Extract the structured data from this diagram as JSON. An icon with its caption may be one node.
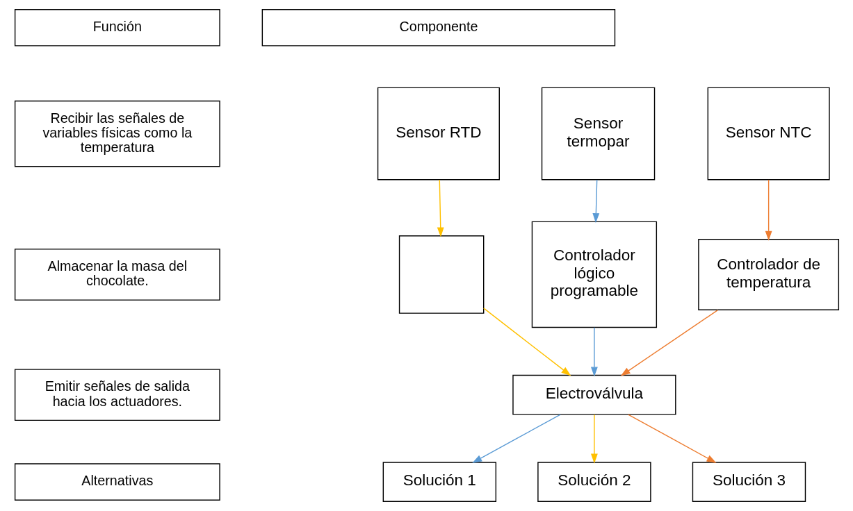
{
  "diagram": {
    "nodes": [
      {
        "text": [
          "Sensor termopar"
        ]
      },
      {
        "text": [
          "Sensor RTD"
        ]
      },
      {
        "text": [
          "Sensor NTC"
        ]
      },
      {
        "text": [
          "Controlador lógico programable"
        ]
      },
      {
        "text": [],
        "shape": "box"
      },
      {
        "text": [
          "Controlador de temperatura"
        ]
      },
      {
        "text": [
          "Electroválvula"
        ]
      },
      {
        "text": [
          "Solución 1"
        ]
      },
      {
        "text": [
          "Solución 2"
        ]
      },
      {
        "text": [
          "Solución 3"
        ]
      }
    ],
    "edges": [
      {
        "from": 0,
        "to": 3,
        "arrow": "to",
        "color": "#5b9bd5"
      },
      {
        "from": 1,
        "to": 4,
        "arrow": "to",
        "color": "#ffc000"
      },
      {
        "from": 2,
        "to": 5,
        "arrow": "to",
        "color": "#ed7d31"
      },
      {
        "from": 3,
        "to": 6,
        "arrow": "to",
        "color": "#5b9bd5"
      },
      {
        "from": 4,
        "to": 6,
        "arrow": "to",
        "color": "#ffc000"
      },
      {
        "from": 5,
        "to": 6,
        "arrow": "to",
        "color": "#ed7d31"
      },
      {
        "from": 6,
        "to": 7,
        "arrow": "to",
        "color": "#5b9bd5"
      },
      {
        "from": 6,
        "to": 8,
        "arrow": "to",
        "color": "#ffc000"
      },
      {
        "from": 6,
        "to": 9,
        "arrow": "to",
        "color": "#ed7d31"
      }
    ],
    "labels": [
      "Función",
      "Componente",
      "Recibir las señales de variables físicas como la temperatura",
      "Almacenar la masa del chocolate.",
      "Emitir señales de salida hacia los actuadores.",
      "Alternativas"
    ]
  }
}
